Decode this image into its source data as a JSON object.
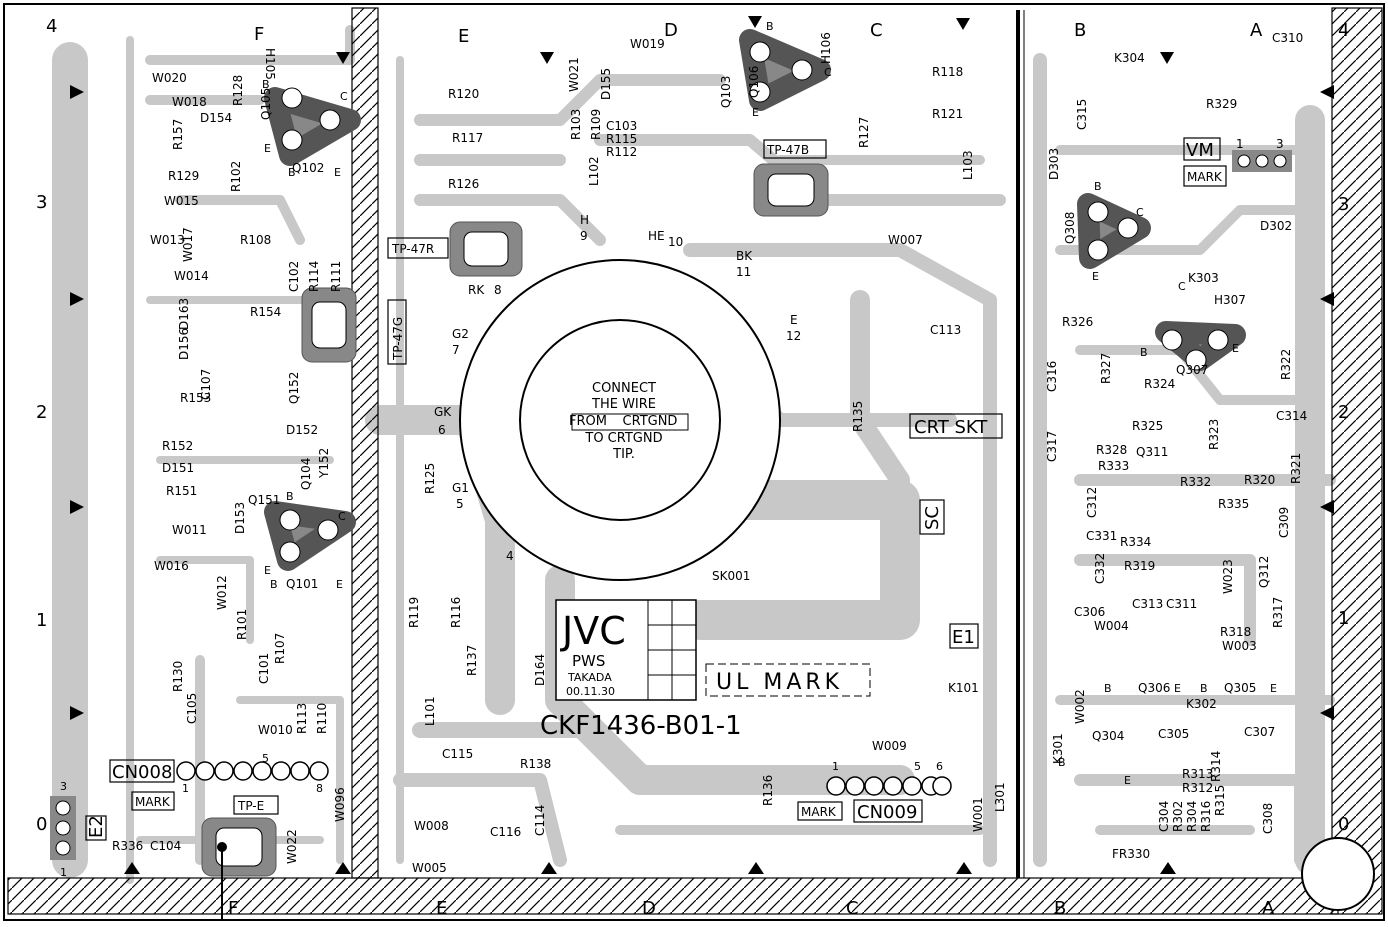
{
  "zones_top": [
    "F",
    "E",
    "D",
    "C",
    "B",
    "A"
  ],
  "zones_bottom": [
    "F",
    "E",
    "D",
    "C",
    "B",
    "A"
  ],
  "rows_left": [
    "4",
    "3",
    "2",
    "1",
    "0"
  ],
  "rows_right": [
    "4",
    "3",
    "2",
    "1",
    "0"
  ],
  "connect_note": [
    "CONNECT",
    "THE WIRE",
    "FROM",
    "CRTGND",
    "TO CRTGND",
    "TIP."
  ],
  "logo": {
    "brand": "JVC",
    "line2": "PWS",
    "line3": "TAKADA",
    "date": "00.11.30"
  },
  "board_id": "CKF1436-B01-1",
  "ul_mark": "UL MARK",
  "boxed_labels": {
    "tp47r": "TP-47R",
    "tp47b": "TP-47B",
    "tp47g": "TP-47G",
    "tpe": "TP-E",
    "crt_skt": "CRT SKT",
    "sc": "SC",
    "e1": "E1",
    "e2": "E2",
    "cn008": "CN008",
    "cn009": "CN009",
    "vm": "VM",
    "mark": "MARK"
  },
  "socket_pins": [
    {
      "name": "H",
      "num": "9"
    },
    {
      "name": "HE",
      "num": "10"
    },
    {
      "name": "BK",
      "num": "11"
    },
    {
      "name": "E",
      "num": "12"
    },
    {
      "name": "RK",
      "num": "8"
    },
    {
      "name": "G2",
      "num": "7"
    },
    {
      "name": "GK",
      "num": "6"
    },
    {
      "name": "G1",
      "num": "5"
    },
    {
      "name": "",
      "num": "4"
    }
  ],
  "component_labels": [
    "W020",
    "H105",
    "W018",
    "R128",
    "D154",
    "R157",
    "Q105",
    "Q102",
    "R129",
    "W015",
    "R102",
    "W013",
    "W017",
    "R108",
    "C102",
    "R114",
    "R111",
    "W014",
    "D163",
    "R154",
    "D156",
    "C107",
    "Q152",
    "R153",
    "R152",
    "D152",
    "Y152",
    "D151",
    "Q104",
    "R151",
    "D153",
    "Q151",
    "W011",
    "W016",
    "W012",
    "Q101",
    "R101",
    "R130",
    "C101",
    "R107",
    "C105",
    "R113",
    "R110",
    "W010",
    "R336",
    "C104",
    "W022",
    "W096",
    "R120",
    "R117",
    "R126",
    "W019",
    "D155",
    "W021",
    "R103",
    "R109",
    "C103",
    "R115",
    "R112",
    "L102",
    "Q103",
    "Q106",
    "H106",
    "R127",
    "R118",
    "R121",
    "W007",
    "C113",
    "R135",
    "L103",
    "R125",
    "R119",
    "R116",
    "R137",
    "D164",
    "L101",
    "C115",
    "R138",
    "C114",
    "C116",
    "W008",
    "W005",
    "SK001",
    "K101",
    "W009",
    "R136",
    "L301",
    "W001",
    "K304",
    "C310",
    "C315",
    "R329",
    "D303",
    "D302",
    "Q308",
    "K303",
    "H307",
    "R326",
    "R327",
    "Q307",
    "R322",
    "C316",
    "R324",
    "R325",
    "R323",
    "C314",
    "C317",
    "R328",
    "Q311",
    "R333",
    "R332",
    "R320",
    "R321",
    "C312",
    "R335",
    "C309",
    "C331",
    "R334",
    "C332",
    "R319",
    "W023",
    "Q312",
    "C306",
    "C313",
    "C311",
    "R317",
    "W004",
    "R318",
    "W003",
    "Q306",
    "Q305",
    "W002",
    "K302",
    "K301",
    "Q304",
    "C305",
    "C307",
    "R313",
    "R312",
    "R314",
    "R315",
    "R316",
    "R304",
    "R302",
    "C304",
    "C308",
    "FR330"
  ],
  "vm_pins": [
    "1",
    "3"
  ],
  "cn009_pins": [
    "1",
    "5",
    "6"
  ],
  "cn008_pins": [
    "1",
    "5",
    "8"
  ],
  "e2_pins": [
    "3",
    "1"
  ],
  "transistor_pins": [
    "B",
    "C",
    "E"
  ]
}
